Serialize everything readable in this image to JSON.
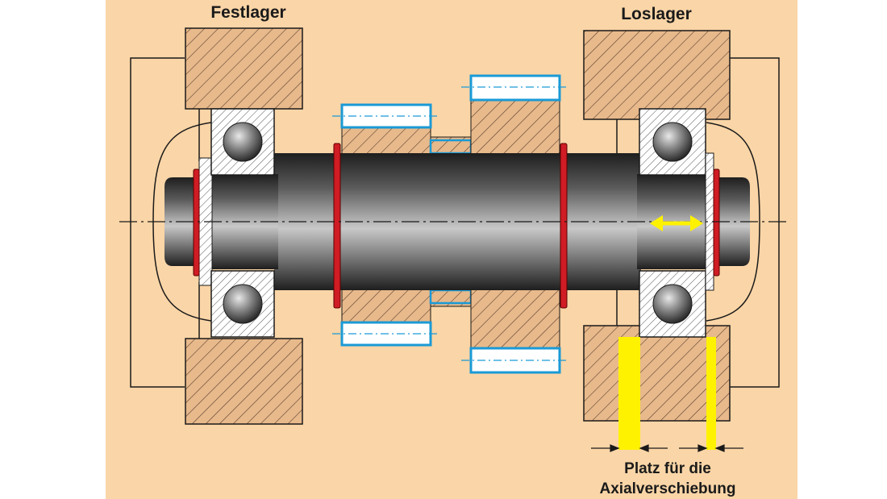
{
  "labels": {
    "fixed_bearing": "Festlager",
    "floating_bearing": "Loslager",
    "clearance_line1": "Platz für die",
    "clearance_line2": "Axialverschiebung"
  },
  "colors": {
    "page_background": "#ffffff",
    "panel_background": "#fad5a7",
    "hatch": "#5a4030",
    "hatch_fill": "#e8b98b",
    "shaft_dark": "#1e1e1e",
    "shaft_light": "#b9b9b9",
    "retaining_ring": "#d01c24",
    "gear_outline": "#1a9ad6",
    "clearance_highlight": "#fff200",
    "arrow": "#fff200",
    "line": "#1a1a1a"
  },
  "icons": {
    "axial_motion": "double-headed-arrow-icon",
    "bearing_ball": "ball-icon"
  }
}
